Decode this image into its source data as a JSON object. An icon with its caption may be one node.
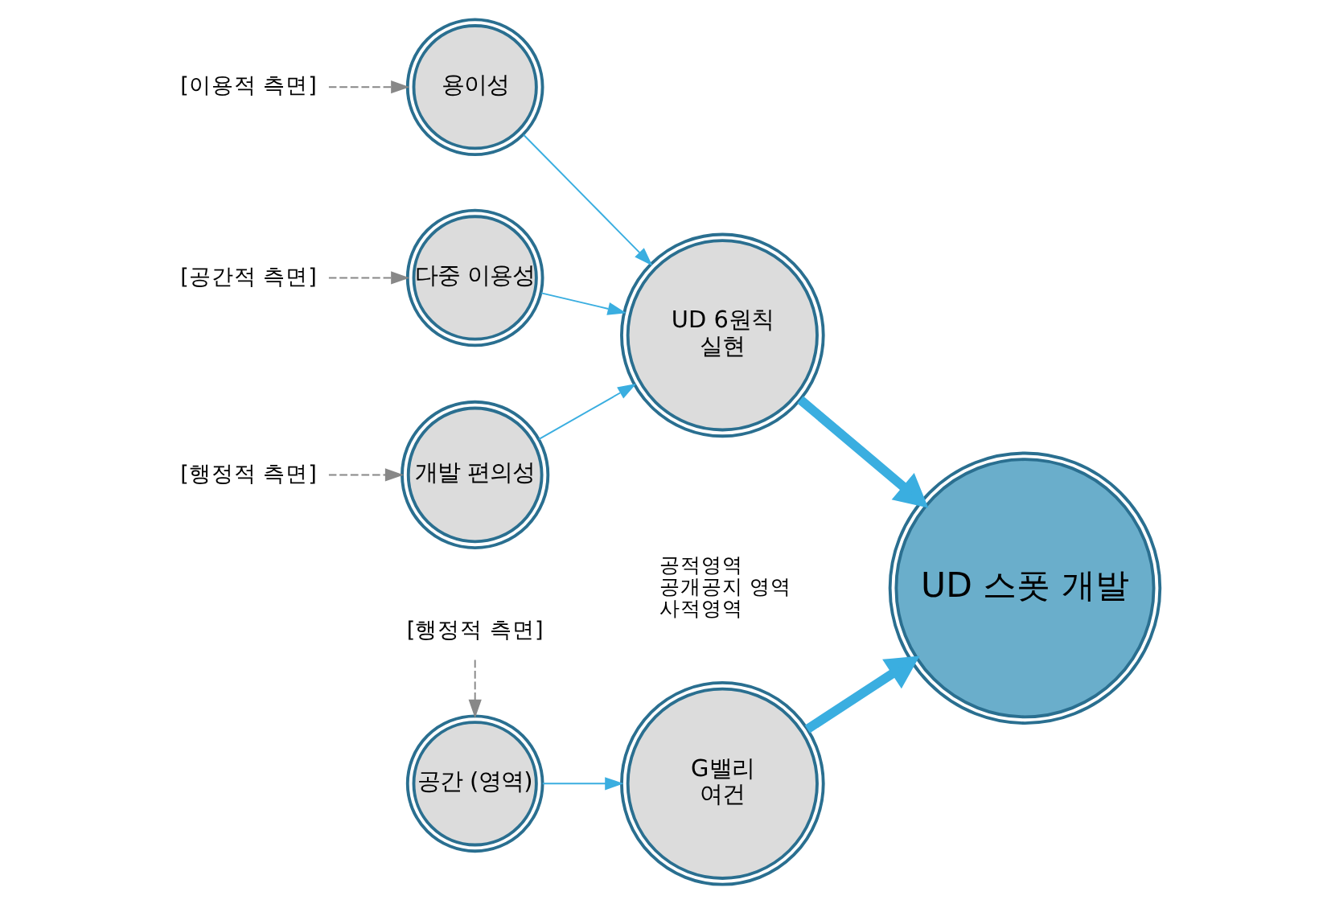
{
  "diagram": {
    "nodes": [
      {
        "text": [
          "[행정적 측면]"
        ]
      },
      {
        "text": [
          "[이용적 측면]"
        ]
      },
      {
        "text": [
          "[행정적 측면]"
        ]
      },
      {
        "text": [
          "용이성"
        ]
      },
      {
        "text": [
          "개발 편의성"
        ]
      },
      {
        "text": [
          "UD 6원칙",
          "실현"
        ]
      },
      {
        "text": [
          "G밸리",
          "여건"
        ]
      },
      {
        "text": [
          "공간 (영역)"
        ],
        "beside": [
          "공적영역",
          "공개공지 영역",
          "사적영역"
        ]
      },
      {
        "text": [
          "다중 이용성"
        ]
      },
      {
        "text": [
          "[공간적 측면]"
        ]
      },
      {
        "text": [
          "UD 스폿 개발"
        ]
      }
    ],
    "edges": [
      {
        "from": 0,
        "to": 4,
        "arrow": "to",
        "style": "dashed",
        "color": "#888888"
      },
      {
        "from": 1,
        "to": 3,
        "arrow": "to",
        "style": "dashed",
        "color": "#888888"
      },
      {
        "from": 2,
        "to": 7,
        "arrow": "to",
        "style": "dashed",
        "color": "#888888"
      },
      {
        "from": 9,
        "to": 8,
        "arrow": "to",
        "style": "dashed",
        "color": "#888888"
      },
      {
        "from": 3,
        "to": 5,
        "arrow": "to"
      },
      {
        "from": 4,
        "to": 5,
        "arrow": "to"
      },
      {
        "from": 8,
        "to": 5,
        "arrow": "to"
      },
      {
        "from": 7,
        "to": 6,
        "arrow": "to"
      },
      {
        "from": 5,
        "to": 10,
        "arrow": "to",
        "style": "thick"
      },
      {
        "from": 6,
        "to": 10,
        "arrow": "to",
        "style": "thick"
      }
    ]
  }
}
